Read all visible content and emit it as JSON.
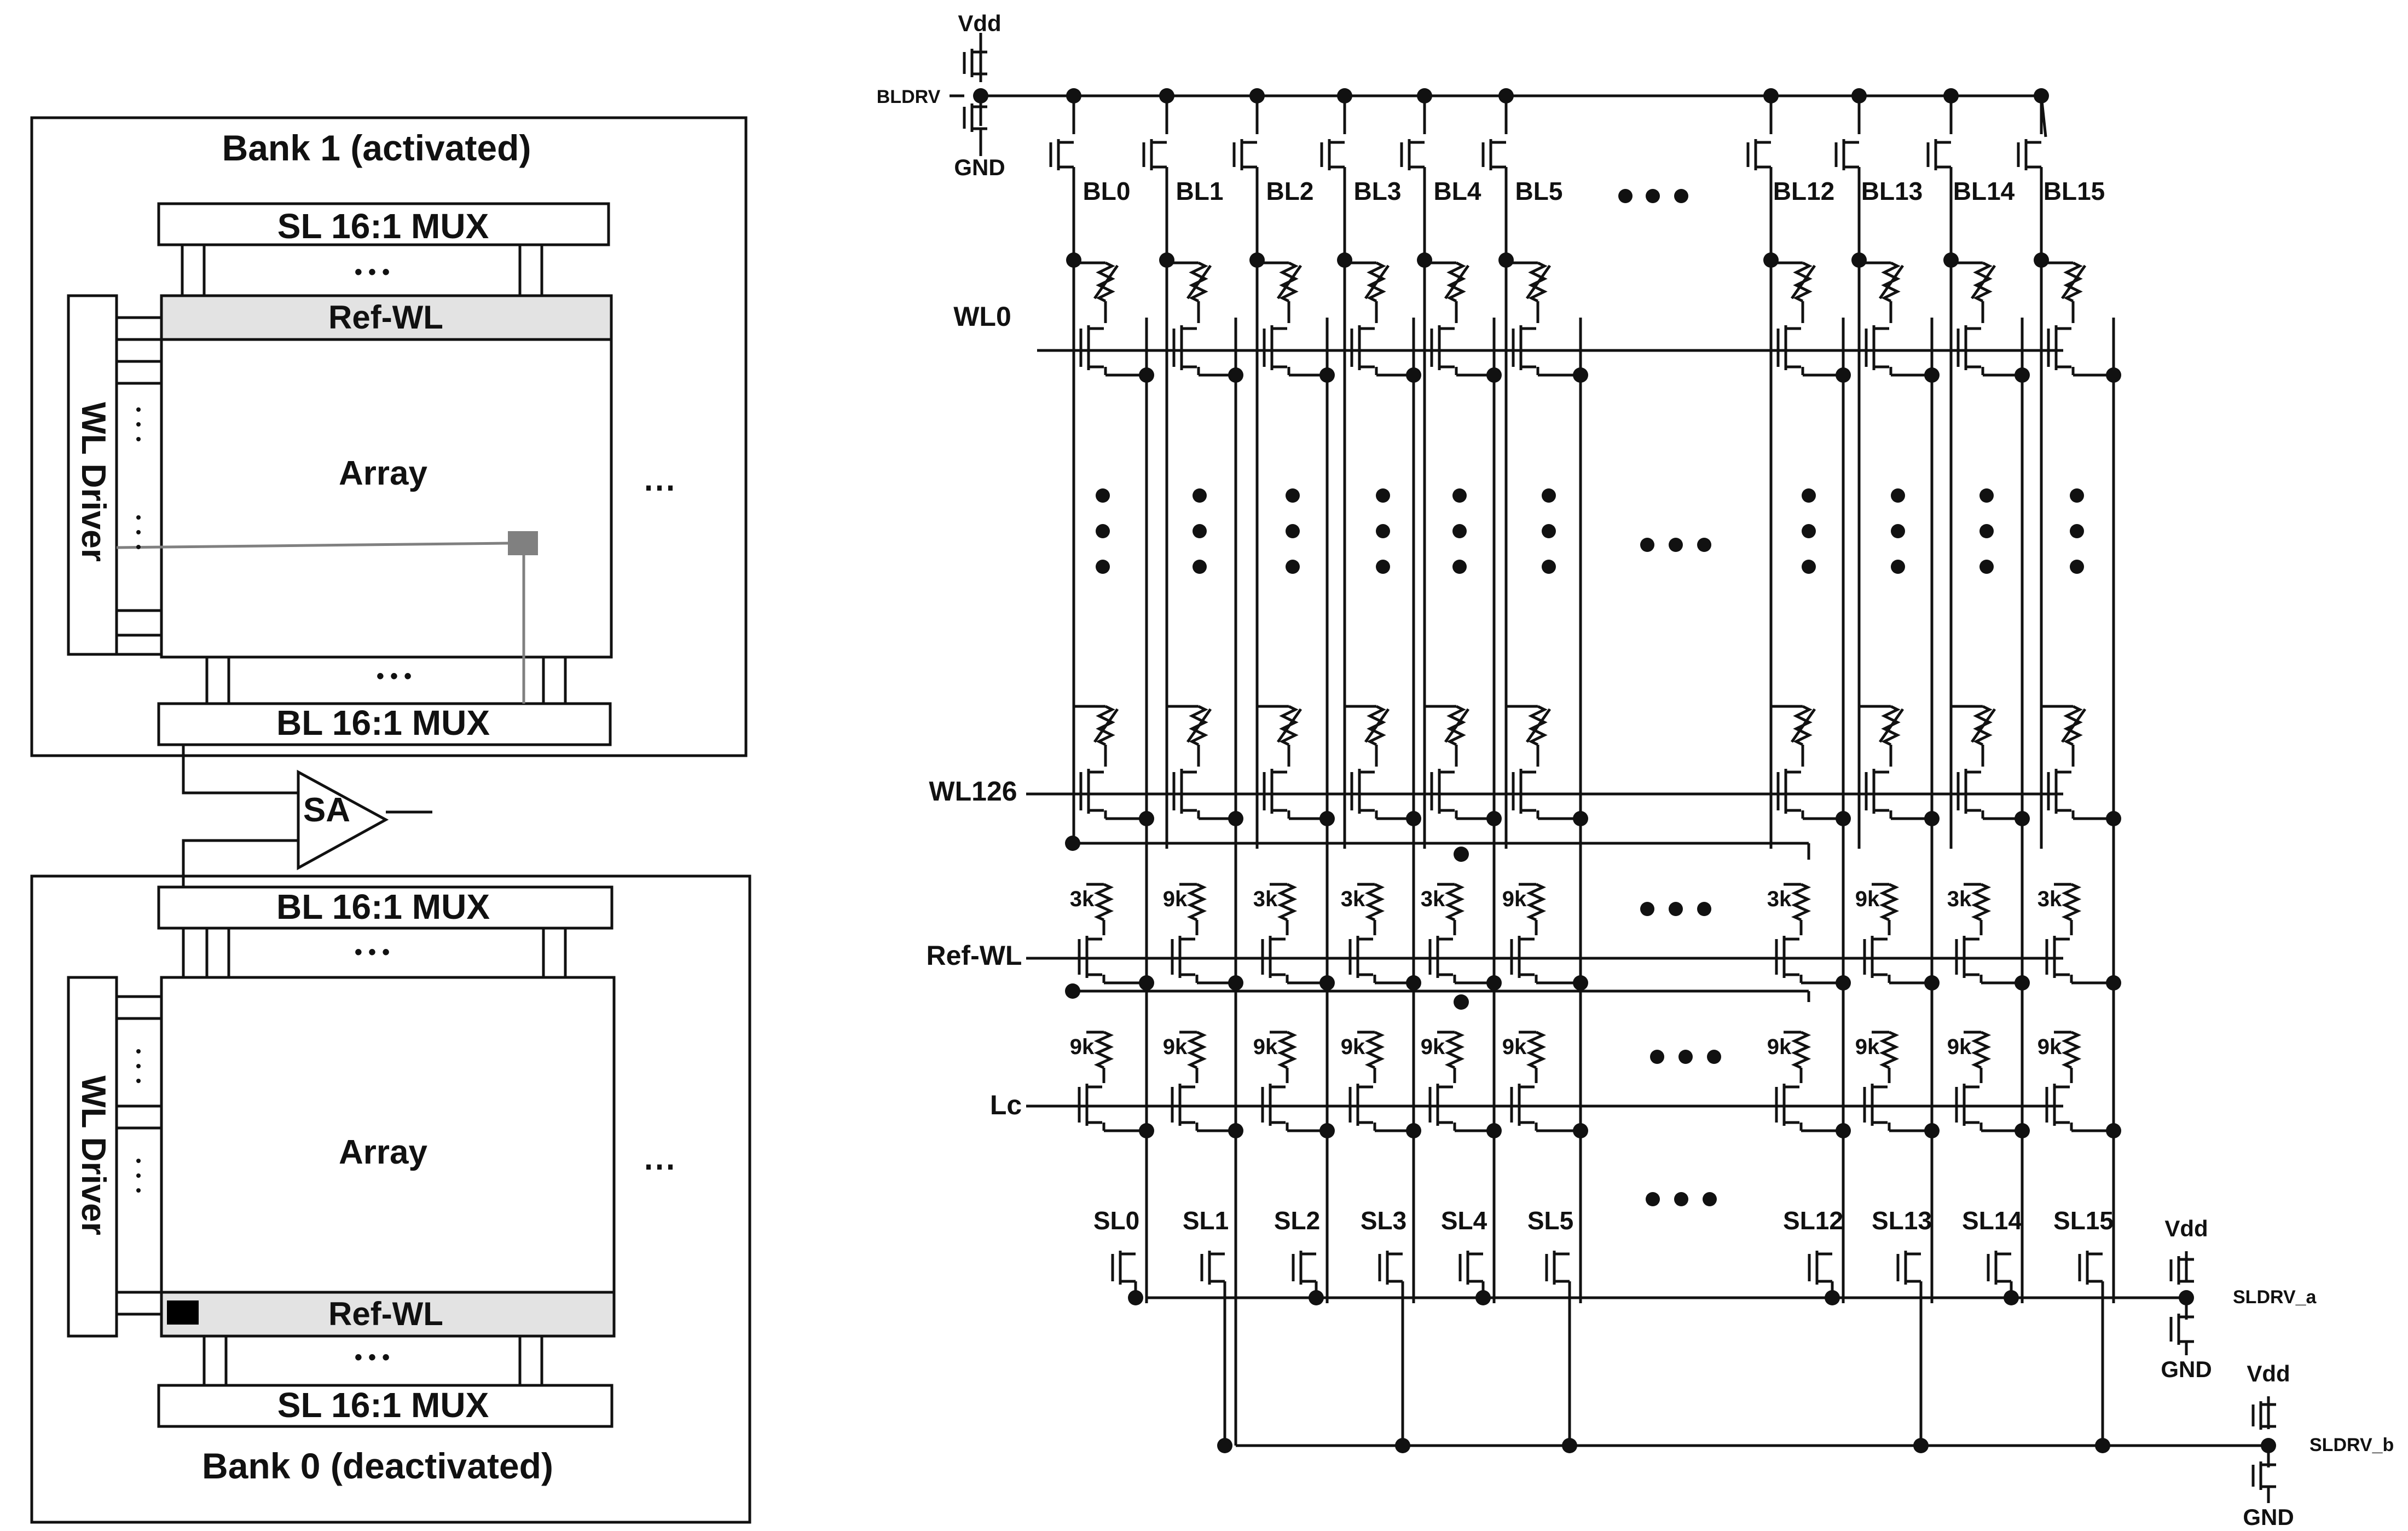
{
  "colors": {
    "ink": "#111111",
    "box_fill": "#ffffff",
    "refwl_fill": "#e3e3e3",
    "highlight_gray": "#808080",
    "highlight_black": "#000000"
  },
  "left": {
    "bank1": {
      "title": "Bank 1 (activated)",
      "sl_mux": "SL 16:1 MUX",
      "ref_wl": "Ref-WL",
      "wl_driver": "WL Driver",
      "array": "Array",
      "bl_mux": "BL 16:1 MUX",
      "dots": "• • •",
      "ellipsis": "⋯"
    },
    "sense_amp": "SA",
    "bank0": {
      "title": "Bank 0 (deactivated)",
      "bl_mux": "BL 16:1 MUX",
      "wl_driver": "WL Driver",
      "array": "Array",
      "ref_wl": "Ref-WL",
      "sl_mux": "SL 16:1 MUX",
      "dots": "• • •",
      "ellipsis": "⋯"
    }
  },
  "right": {
    "bitlines": [
      "BL0",
      "BL1",
      "BL2",
      "BL3",
      "BL4",
      "BL5",
      "BL12",
      "BL13",
      "BL14",
      "BL15"
    ],
    "sourcelines": [
      "SL0",
      "SL1",
      "SL2",
      "SL3",
      "SL4",
      "SL5",
      "SL12",
      "SL13",
      "SL14",
      "SL15"
    ],
    "rows": [
      "WL0",
      "WL126",
      "Ref-WL",
      "Lc"
    ],
    "ref_resistors": [
      "3k",
      "9k",
      "3k",
      "3k",
      "3k",
      "9k",
      "3k",
      "9k",
      "3k",
      "3k"
    ],
    "lc_resistors": [
      "9k",
      "9k",
      "9k",
      "9k",
      "9k",
      "9k",
      "9k",
      "9k",
      "9k",
      "9k"
    ],
    "bl_driver": {
      "vdd": "Vdd",
      "gnd": "GND",
      "name": "BLDRV"
    },
    "sl_driver_a": {
      "vdd": "Vdd",
      "gnd": "GND",
      "name": "SLDRV_a"
    },
    "sl_driver_b": {
      "vdd": "Vdd",
      "gnd": "GND",
      "name": "SLDRV_b"
    },
    "gap_dots": "• • •"
  }
}
